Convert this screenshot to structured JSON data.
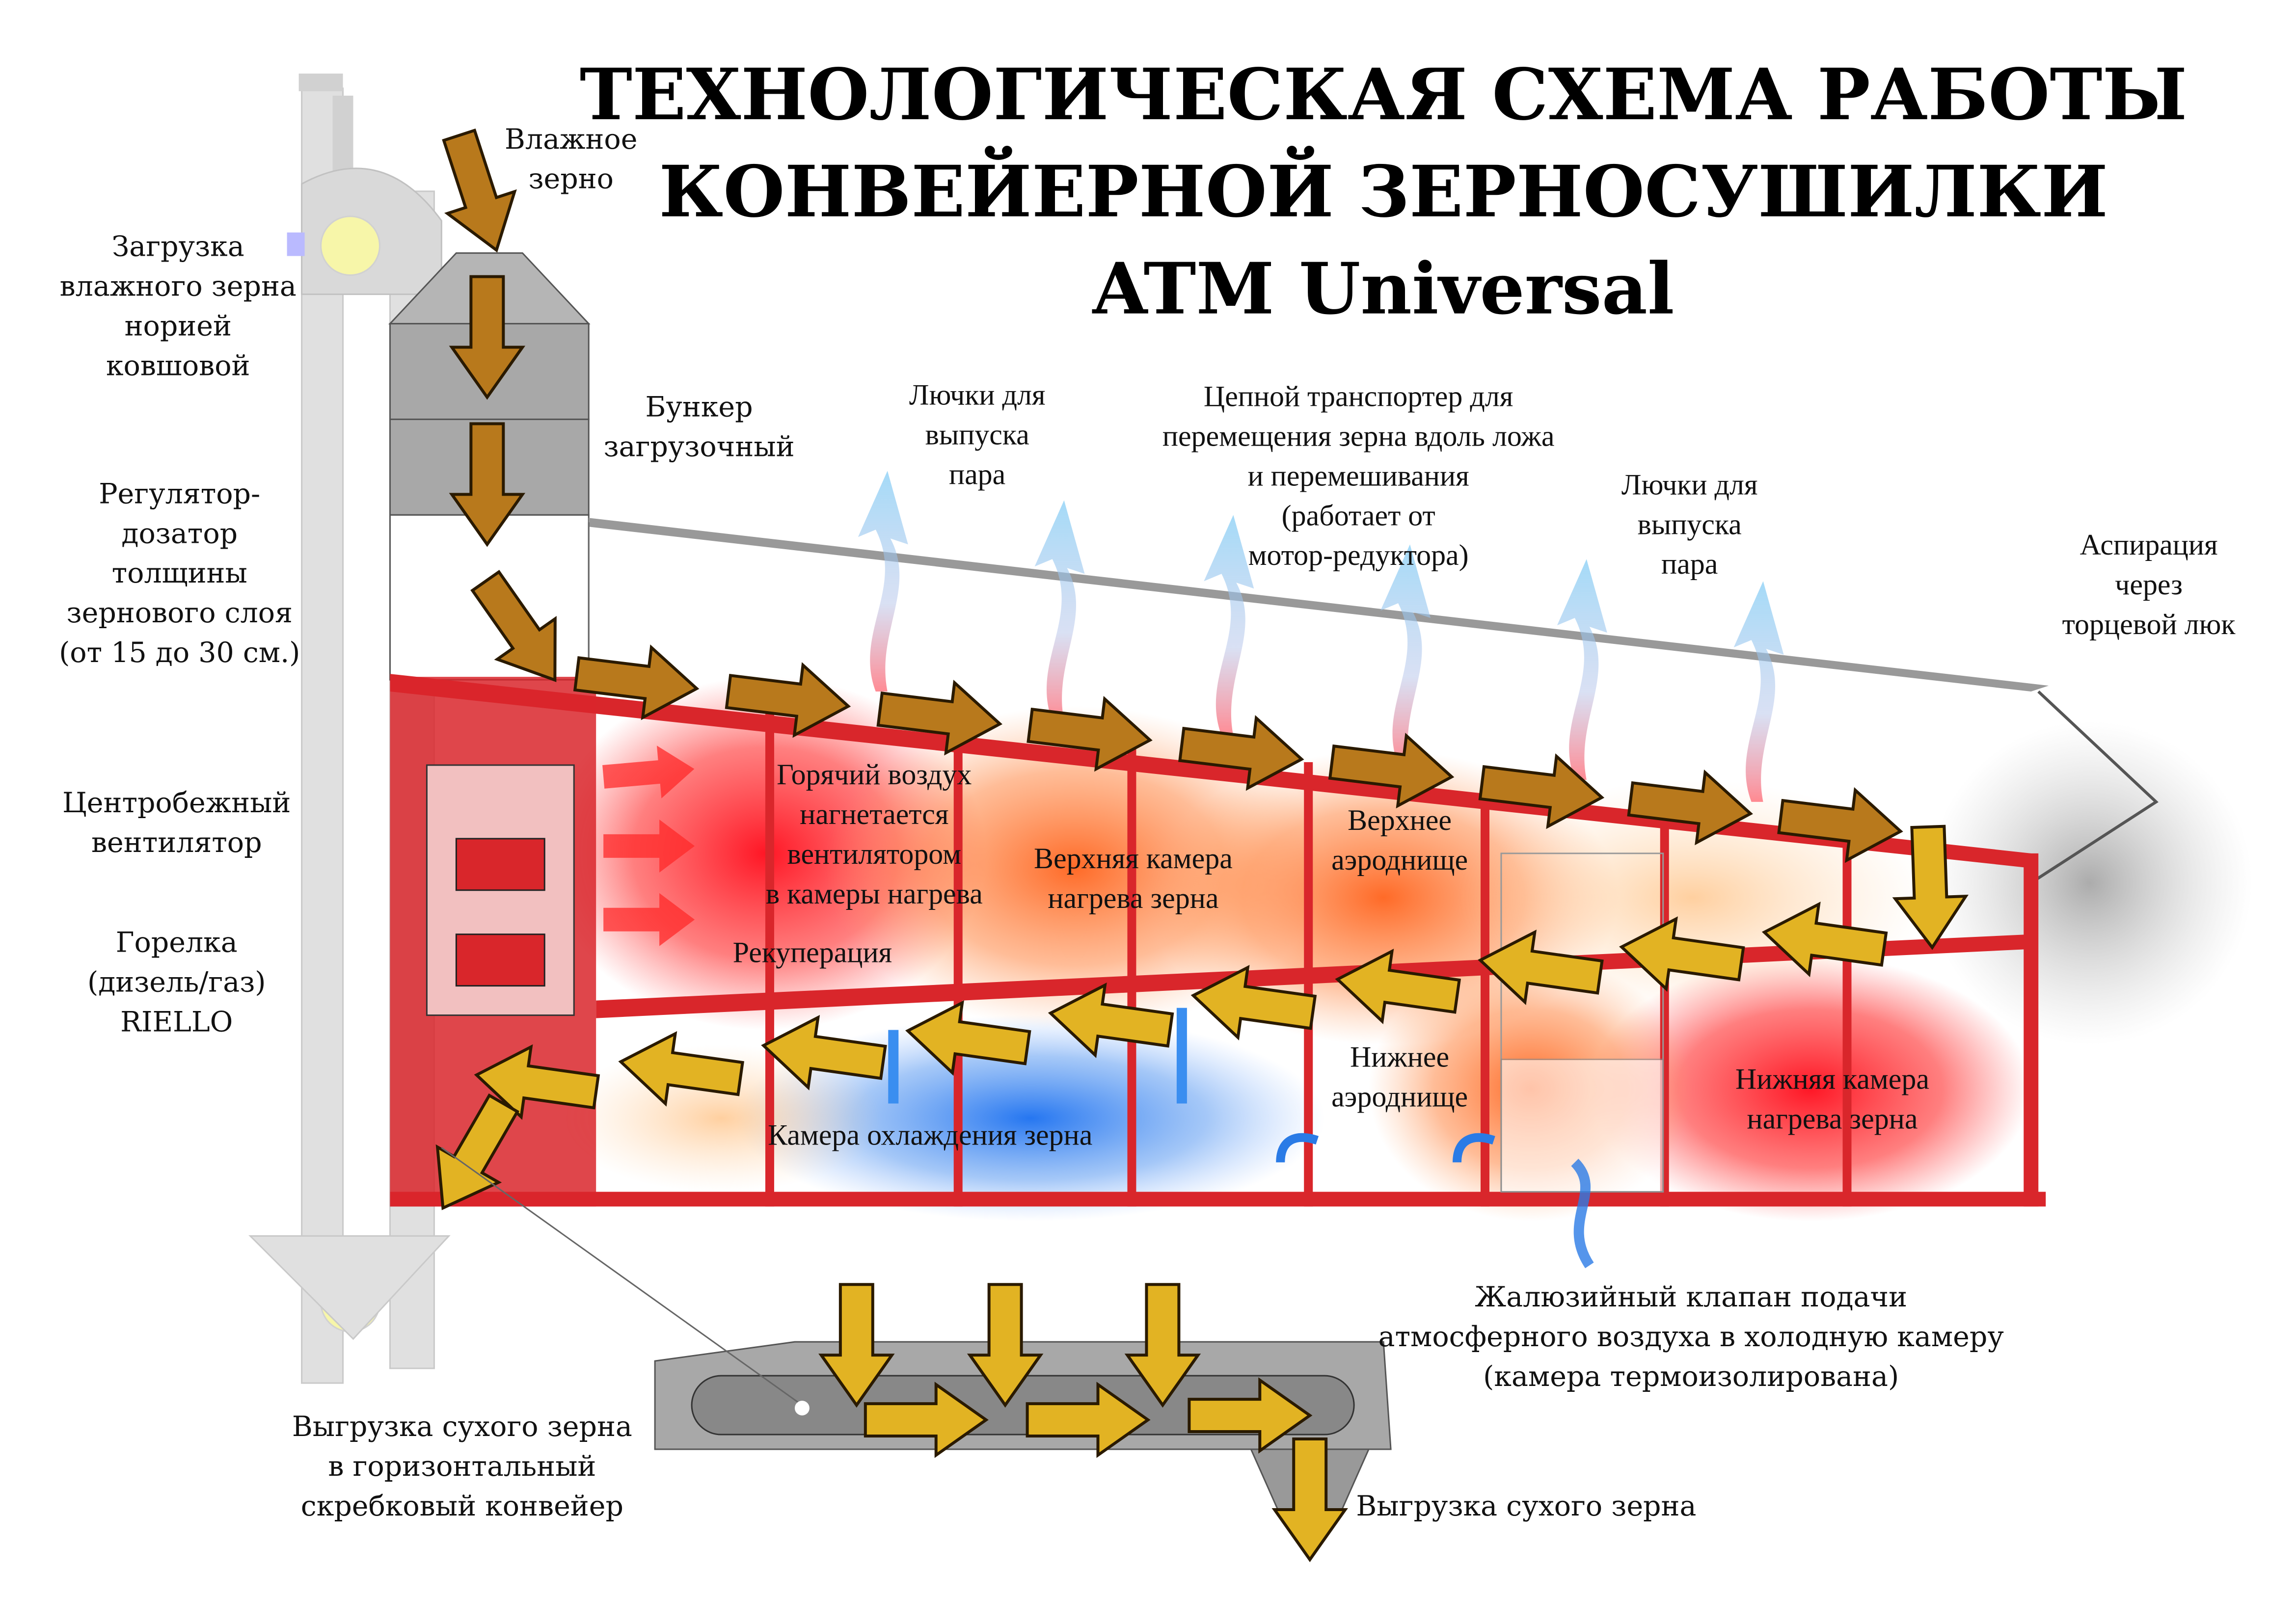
{
  "title": {
    "line1": "ТЕХНОЛОГИЧЕСКАЯ СХЕМА РАБОТЫ",
    "line2": "КОНВЕЙЕРНОЙ ЗЕРНОСУШИЛКИ",
    "line3": "ATM  Universal"
  },
  "labels": {
    "wet_grain": [
      "Влажное",
      "зерно"
    ],
    "loading": [
      "Загрузка",
      "влажного зерна",
      "норией",
      "ковшовой"
    ],
    "regulator": [
      "Регулятор-",
      "дозатор",
      "толщины",
      "зернового слоя",
      "(от 15 до 30 см.)"
    ],
    "fan": [
      "Центробежный",
      "вентилятор"
    ],
    "burner": [
      "Горелка",
      "(дизель/газ)",
      "RIELLO"
    ],
    "hopper": [
      "Бункер",
      "загрузочный"
    ],
    "steam_hatches_1": [
      "Лючки для",
      "выпуска",
      "пара"
    ],
    "chain_conveyor": [
      "Цепной транспортер для",
      "перемещения зерна вдоль ложа",
      "и перемешивания",
      "(работает от",
      "мотор-редуктора)"
    ],
    "steam_hatches_2": [
      "Лючки для",
      "выпуска",
      "пара"
    ],
    "aspiration": [
      "Аспирация",
      "через",
      "торцевой люк"
    ],
    "hot_air": [
      "Горячий воздух",
      "нагнетается",
      "вентилятором",
      "в камеры нагрева"
    ],
    "upper_chamber": [
      "Верхняя камера",
      "нагрева зерна"
    ],
    "upper_floor": [
      "Верхнее",
      "аэроднище"
    ],
    "recuperation": "Рекуперация",
    "lower_floor": [
      "Нижнее",
      "аэроднище"
    ],
    "lower_chamber": [
      "Нижняя камера",
      "нагрева зерна"
    ],
    "cooling_chamber": "Камера охлаждения зерна",
    "louver_valve": [
      "Жалюзийный клапан подачи",
      "атмосферного воздуха в холодную камеру",
      "(камера термоизолирована)"
    ],
    "unload_horizontal": [
      "Выгрузка сухого зерна",
      "в горизонтальный",
      "скребковый конвейер"
    ],
    "unload_dry": "Выгрузка сухого зерна"
  },
  "colors": {
    "frame_red": "#d9262b",
    "wet_grain_arrow": "#b8791c",
    "dry_grain_arrow": "#e2b323",
    "steam": "#8fd0f5",
    "cold_air": "#2a7be6",
    "hot_air": "#ff2020",
    "machine_grey": "#a8a8a8"
  }
}
